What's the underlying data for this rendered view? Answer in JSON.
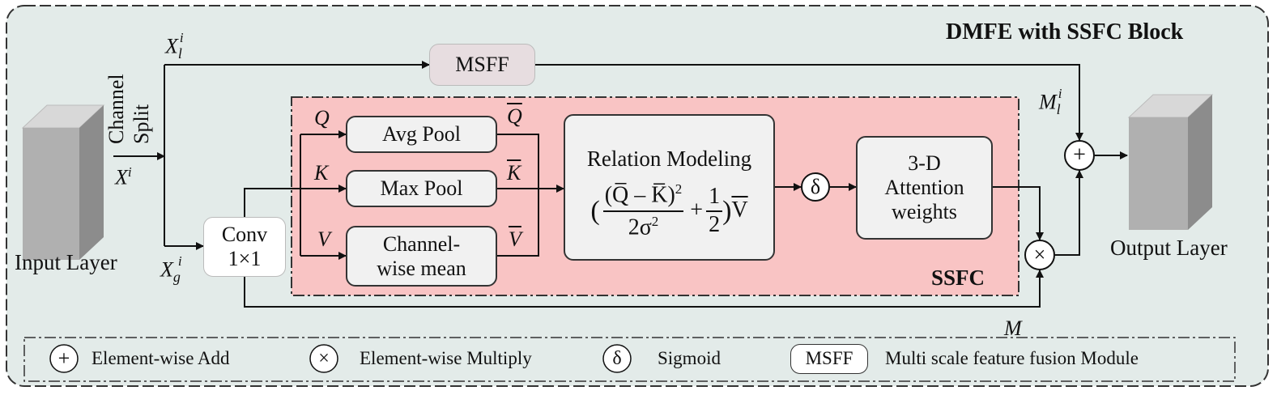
{
  "title": "DMFE with SSFC Block",
  "input_label": "Input Layer",
  "output_label": "Output Layer",
  "channel_split": [
    "Channel",
    "Split"
  ],
  "vars": {
    "x": "X",
    "i": "i",
    "l": "l",
    "g": "g",
    "M": "M",
    "Q": "Q",
    "K": "K",
    "V": "V"
  },
  "blocks": {
    "msff": "MSFF",
    "conv": [
      "Conv",
      "1×1"
    ],
    "avg_pool": "Avg Pool",
    "max_pool": "Max Pool",
    "channel_mean": [
      "Channel-",
      "wise mean"
    ],
    "relation_title": "Relation Modeling",
    "attention": [
      "3-D",
      "Attention",
      "weights"
    ],
    "ssfc": "SSFC"
  },
  "formula": {
    "open": "(",
    "numerator": "(Q̅ – K̅)",
    "numerator_exp": "2",
    "denominator": "2σ",
    "denominator_exp": "2",
    "plus": "+",
    "half_num": "1",
    "half_den": "2",
    "close": ")",
    "vbar": "V"
  },
  "ops": {
    "add": "+",
    "multiply": "×",
    "sigmoid": "δ"
  },
  "legend": [
    {
      "symbol": "+",
      "text": "Element-wise Add"
    },
    {
      "symbol": "×",
      "text": "Element-wise Multiply"
    },
    {
      "symbol": "δ",
      "text": "Sigmoid"
    },
    {
      "symbol": "MSFF",
      "text": "Multi scale feature fusion Module"
    }
  ],
  "colors": {
    "outer_bg": "#e3ebe9",
    "ssfc_bg": "#f9c4c4",
    "msff_bg": "#e7dde0",
    "box_bg": "#f1f1f1",
    "cube_front": "#b0b0b0",
    "cube_top": "#d8d8d8",
    "cube_side": "#8c8c8c"
  }
}
